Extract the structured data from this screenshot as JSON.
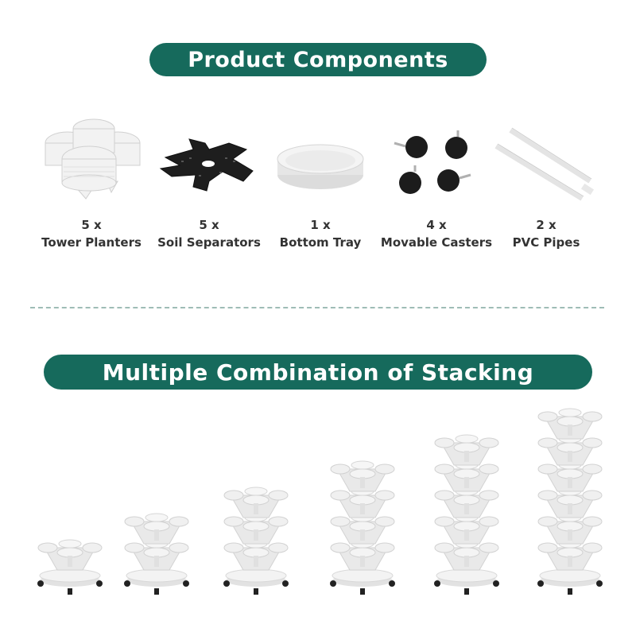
{
  "section1": {
    "title": "Product Components",
    "components": [
      {
        "qty": "5 x",
        "name": "Tower Planters",
        "icon": "tower-planter-icon"
      },
      {
        "qty": "5 x",
        "name": "Soil Separators",
        "icon": "soil-separator-icon"
      },
      {
        "qty": "1 x",
        "name": "Bottom Tray",
        "icon": "bottom-tray-icon"
      },
      {
        "qty": "4 x",
        "name": "Movable Casters",
        "icon": "caster-wheel-icon"
      },
      {
        "qty": "2 x",
        "name": "PVC Pipes",
        "icon": "pvc-pipe-icon"
      }
    ]
  },
  "section2": {
    "title": "Multiple Combination of Stacking",
    "towers": [
      {
        "tiers": 1
      },
      {
        "tiers": 2
      },
      {
        "tiers": 3
      },
      {
        "tiers": 4
      },
      {
        "tiers": 5
      },
      {
        "tiers": 6
      }
    ]
  },
  "colors": {
    "accent": "#166a5c",
    "label_text": "#333333",
    "divider": "#9fbcb6",
    "planter_white": "#eeeeee",
    "black_parts": "#222222"
  }
}
